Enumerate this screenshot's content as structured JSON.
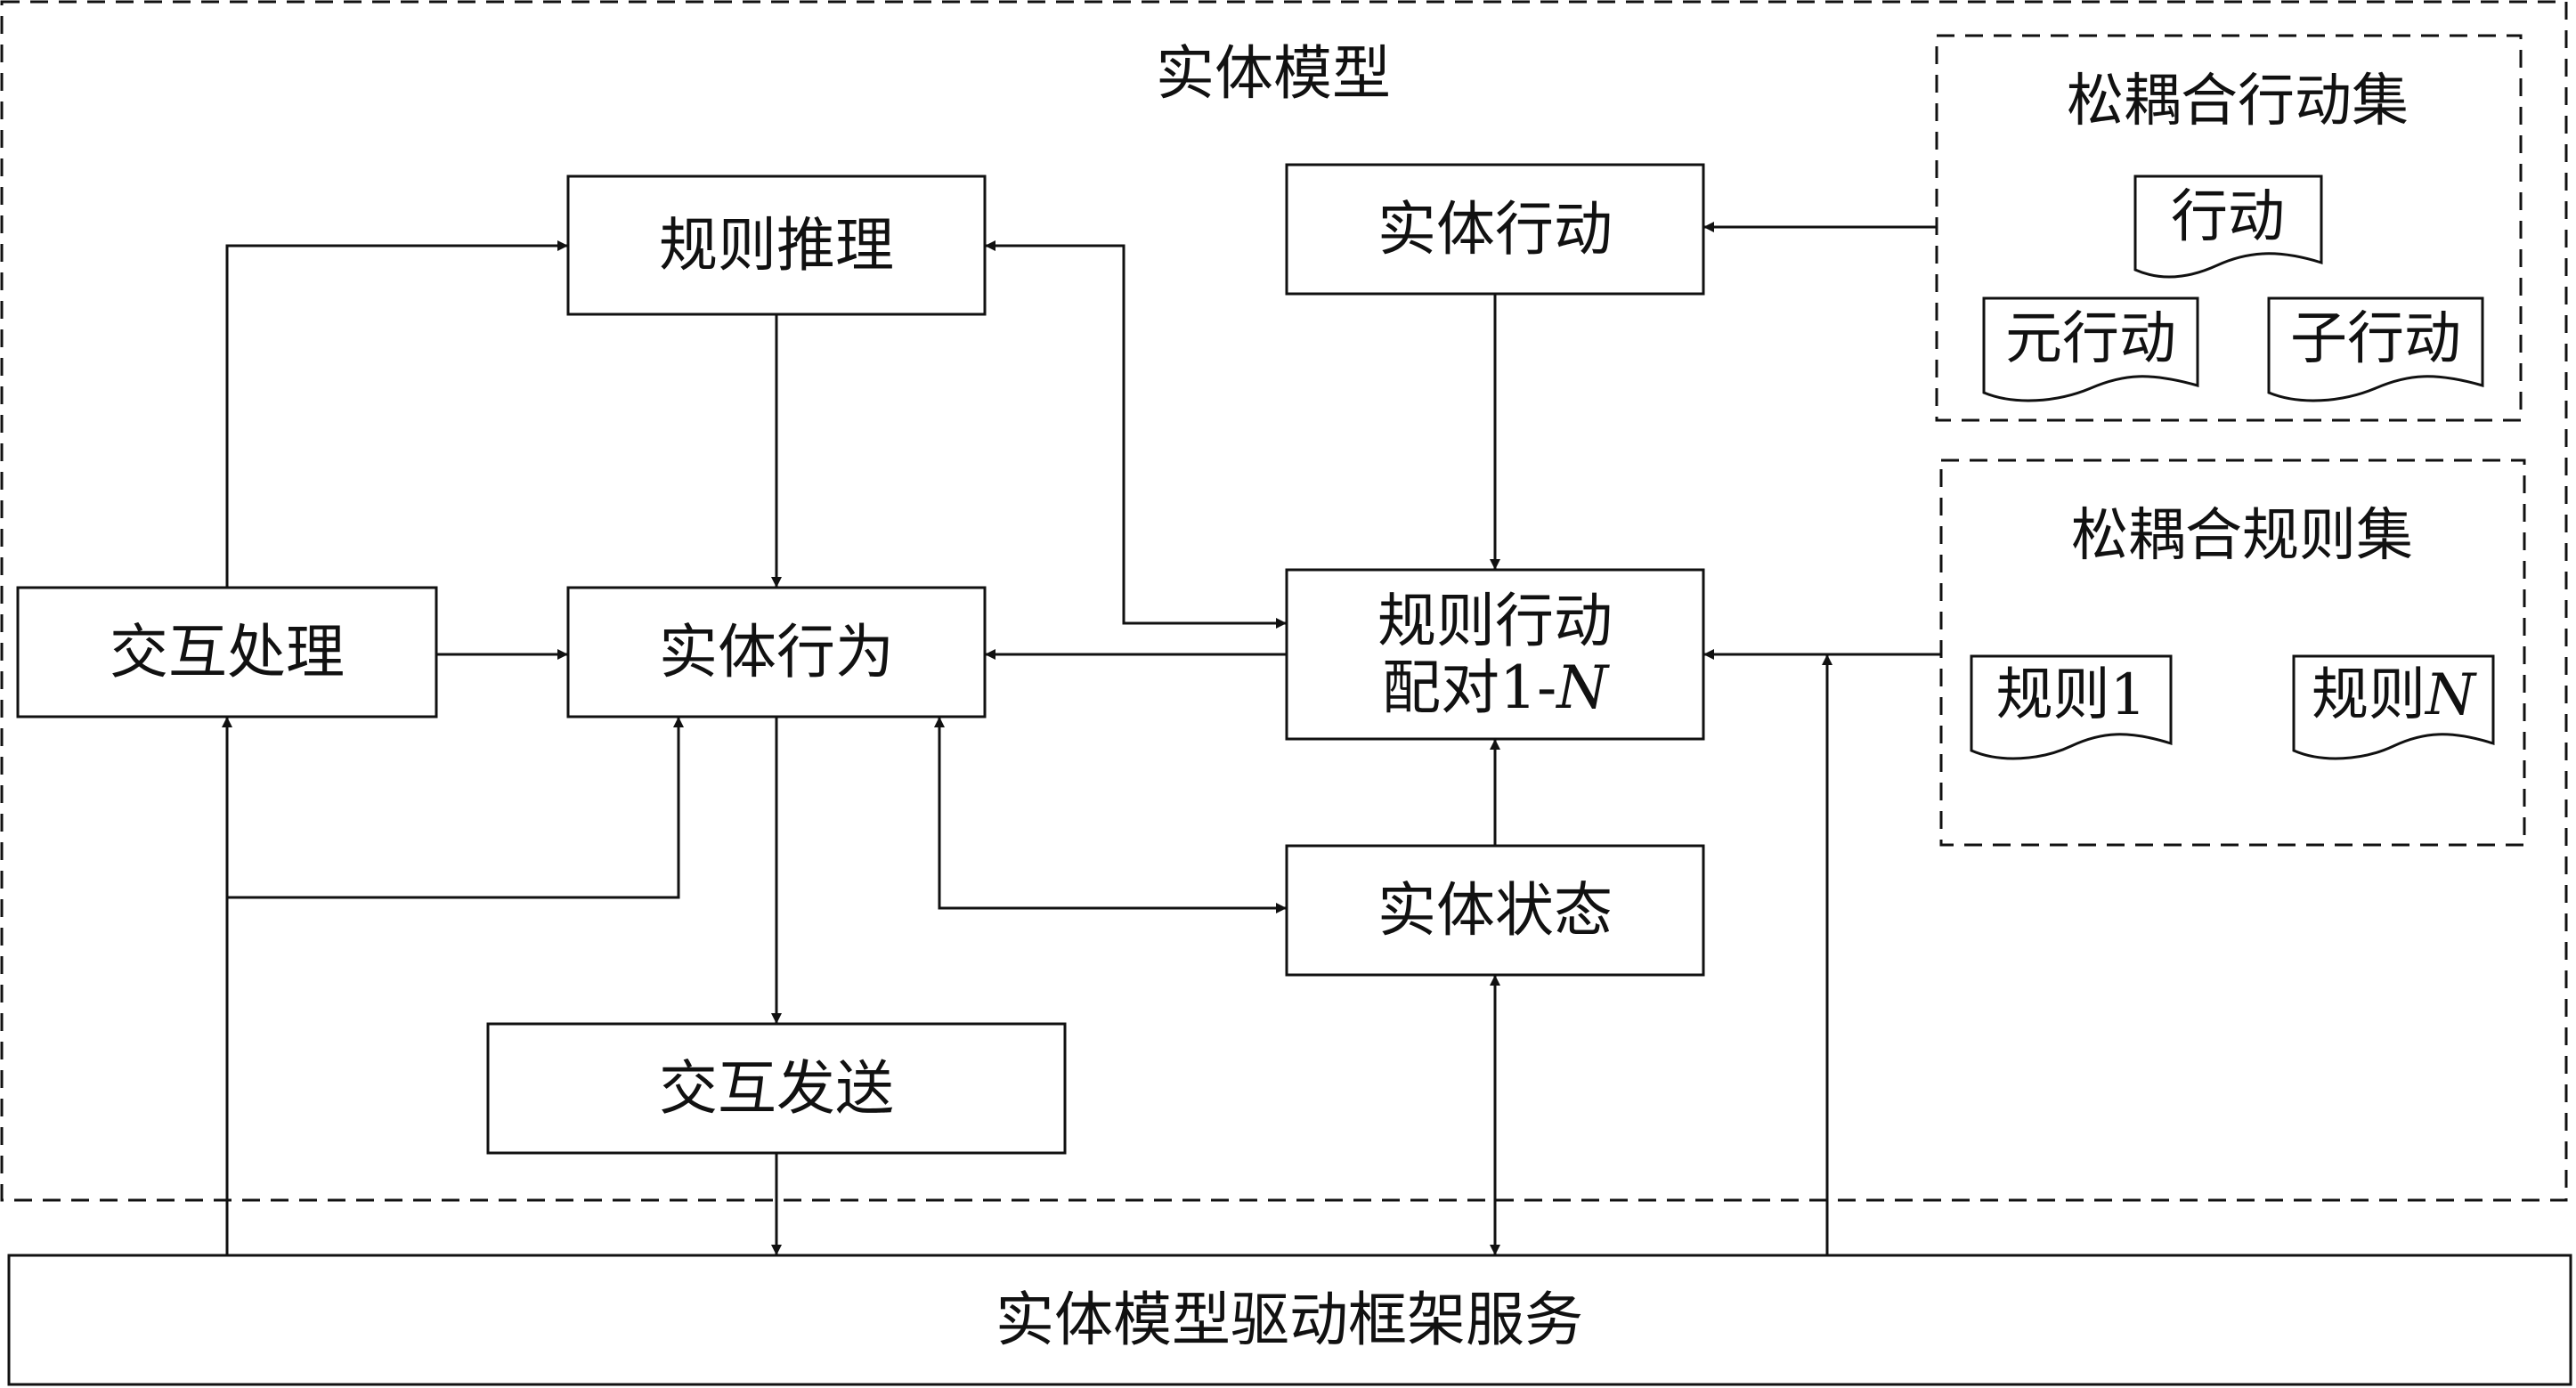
{
  "diagram": {
    "outer_group_title": "实体模型",
    "action_set": {
      "title": "松耦合行动集",
      "doc_action": "行动",
      "doc_meta_action": "元行动",
      "doc_sub_action": "子行动"
    },
    "rule_set": {
      "title": "松耦合规则集",
      "doc_rule_1_prefix": "规则",
      "doc_rule_1_suffix": "1",
      "doc_rule_n_prefix": "规则",
      "doc_rule_n_suffix": "N"
    },
    "boxes": {
      "rule_reasoning": "规则推理",
      "entity_action": "实体行动",
      "interaction_processing": "交互处理",
      "entity_behavior": "实体行为",
      "rule_action_pairing_line1": "规则行动",
      "rule_action_pairing_line2_prefix": "配对1-",
      "rule_action_pairing_line2_var": "N",
      "entity_state": "实体状态",
      "interaction_sending": "交互发送",
      "framework_service": "实体模型驱动框架服务"
    },
    "colors": {
      "stroke": "#111111",
      "text": "#111111",
      "background": "#ffffff"
    }
  }
}
